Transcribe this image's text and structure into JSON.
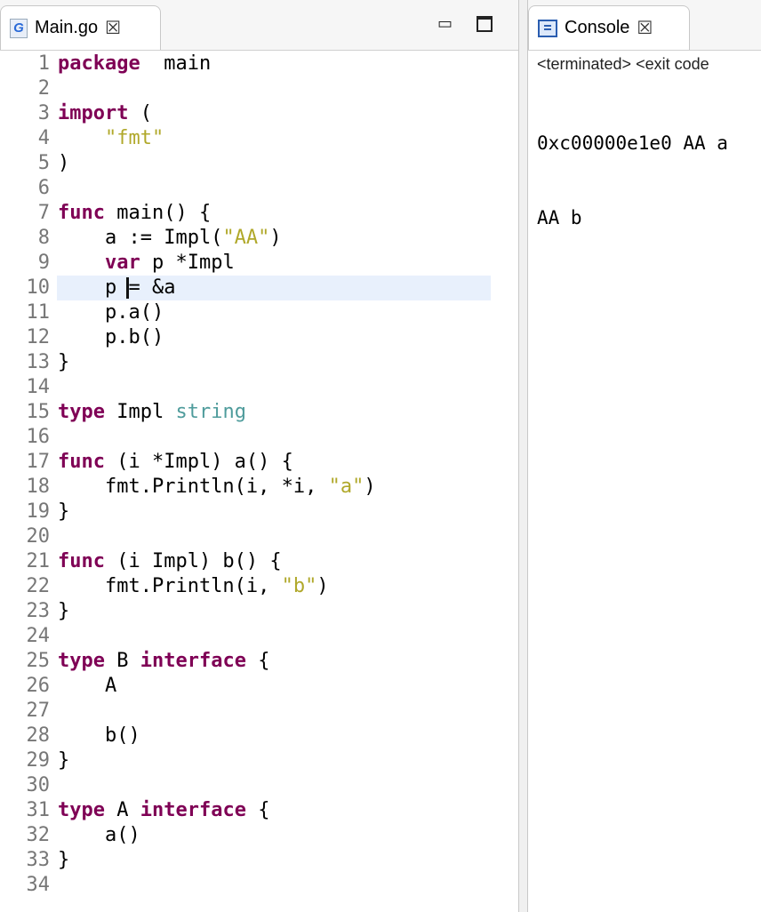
{
  "editor": {
    "tab_label": "Main.go",
    "tab_icon": "go-file-icon",
    "cursor_line": 10,
    "lines": [
      [
        [
          "kw",
          "package"
        ],
        [
          "",
          "  main"
        ]
      ],
      [],
      [
        [
          "kw",
          "import"
        ],
        [
          "",
          " ("
        ]
      ],
      [
        [
          "",
          "    "
        ],
        [
          "str",
          "\"fmt\""
        ]
      ],
      [
        [
          "",
          ")"
        ]
      ],
      [],
      [
        [
          "kw",
          "func"
        ],
        [
          "",
          " main() {"
        ]
      ],
      [
        [
          "",
          "    a := Impl("
        ],
        [
          "str",
          "\"AA\""
        ],
        [
          "",
          ")"
        ]
      ],
      [
        [
          "",
          "    "
        ],
        [
          "kw",
          "var"
        ],
        [
          "",
          " p *Impl"
        ]
      ],
      [
        [
          "",
          "    p "
        ],
        [
          "caret",
          ""
        ],
        [
          "",
          "= &a"
        ]
      ],
      [
        [
          "",
          "    p.a()"
        ]
      ],
      [
        [
          "",
          "    p.b()"
        ]
      ],
      [
        [
          "",
          "}"
        ]
      ],
      [],
      [
        [
          "kw",
          "type"
        ],
        [
          "",
          " Impl "
        ],
        [
          "bt",
          "string"
        ]
      ],
      [],
      [
        [
          "kw",
          "func"
        ],
        [
          "",
          " (i *Impl) a() {"
        ]
      ],
      [
        [
          "",
          "    fmt.Println(i, *i, "
        ],
        [
          "str",
          "\"a\""
        ],
        [
          "",
          ")"
        ]
      ],
      [
        [
          "",
          "}"
        ]
      ],
      [],
      [
        [
          "kw",
          "func"
        ],
        [
          "",
          " (i Impl) b() {"
        ]
      ],
      [
        [
          "",
          "    fmt.Println(i, "
        ],
        [
          "str",
          "\"b\""
        ],
        [
          "",
          ")"
        ]
      ],
      [
        [
          "",
          "}"
        ]
      ],
      [],
      [
        [
          "kw",
          "type"
        ],
        [
          "",
          " B "
        ],
        [
          "kw",
          "interface"
        ],
        [
          "",
          " {"
        ]
      ],
      [
        [
          "",
          "    A"
        ]
      ],
      [],
      [
        [
          "",
          "    b()"
        ]
      ],
      [
        [
          "",
          "}"
        ]
      ],
      [],
      [
        [
          "kw",
          "type"
        ],
        [
          "",
          " A "
        ],
        [
          "kw",
          "interface"
        ],
        [
          "",
          " {"
        ]
      ],
      [
        [
          "",
          "    a()"
        ]
      ],
      [
        [
          "",
          "}"
        ]
      ],
      []
    ]
  },
  "console": {
    "tab_label": "Console",
    "status": "<terminated> <exit code",
    "output": [
      "0xc00000e1e0 AA a",
      "AA b"
    ]
  }
}
